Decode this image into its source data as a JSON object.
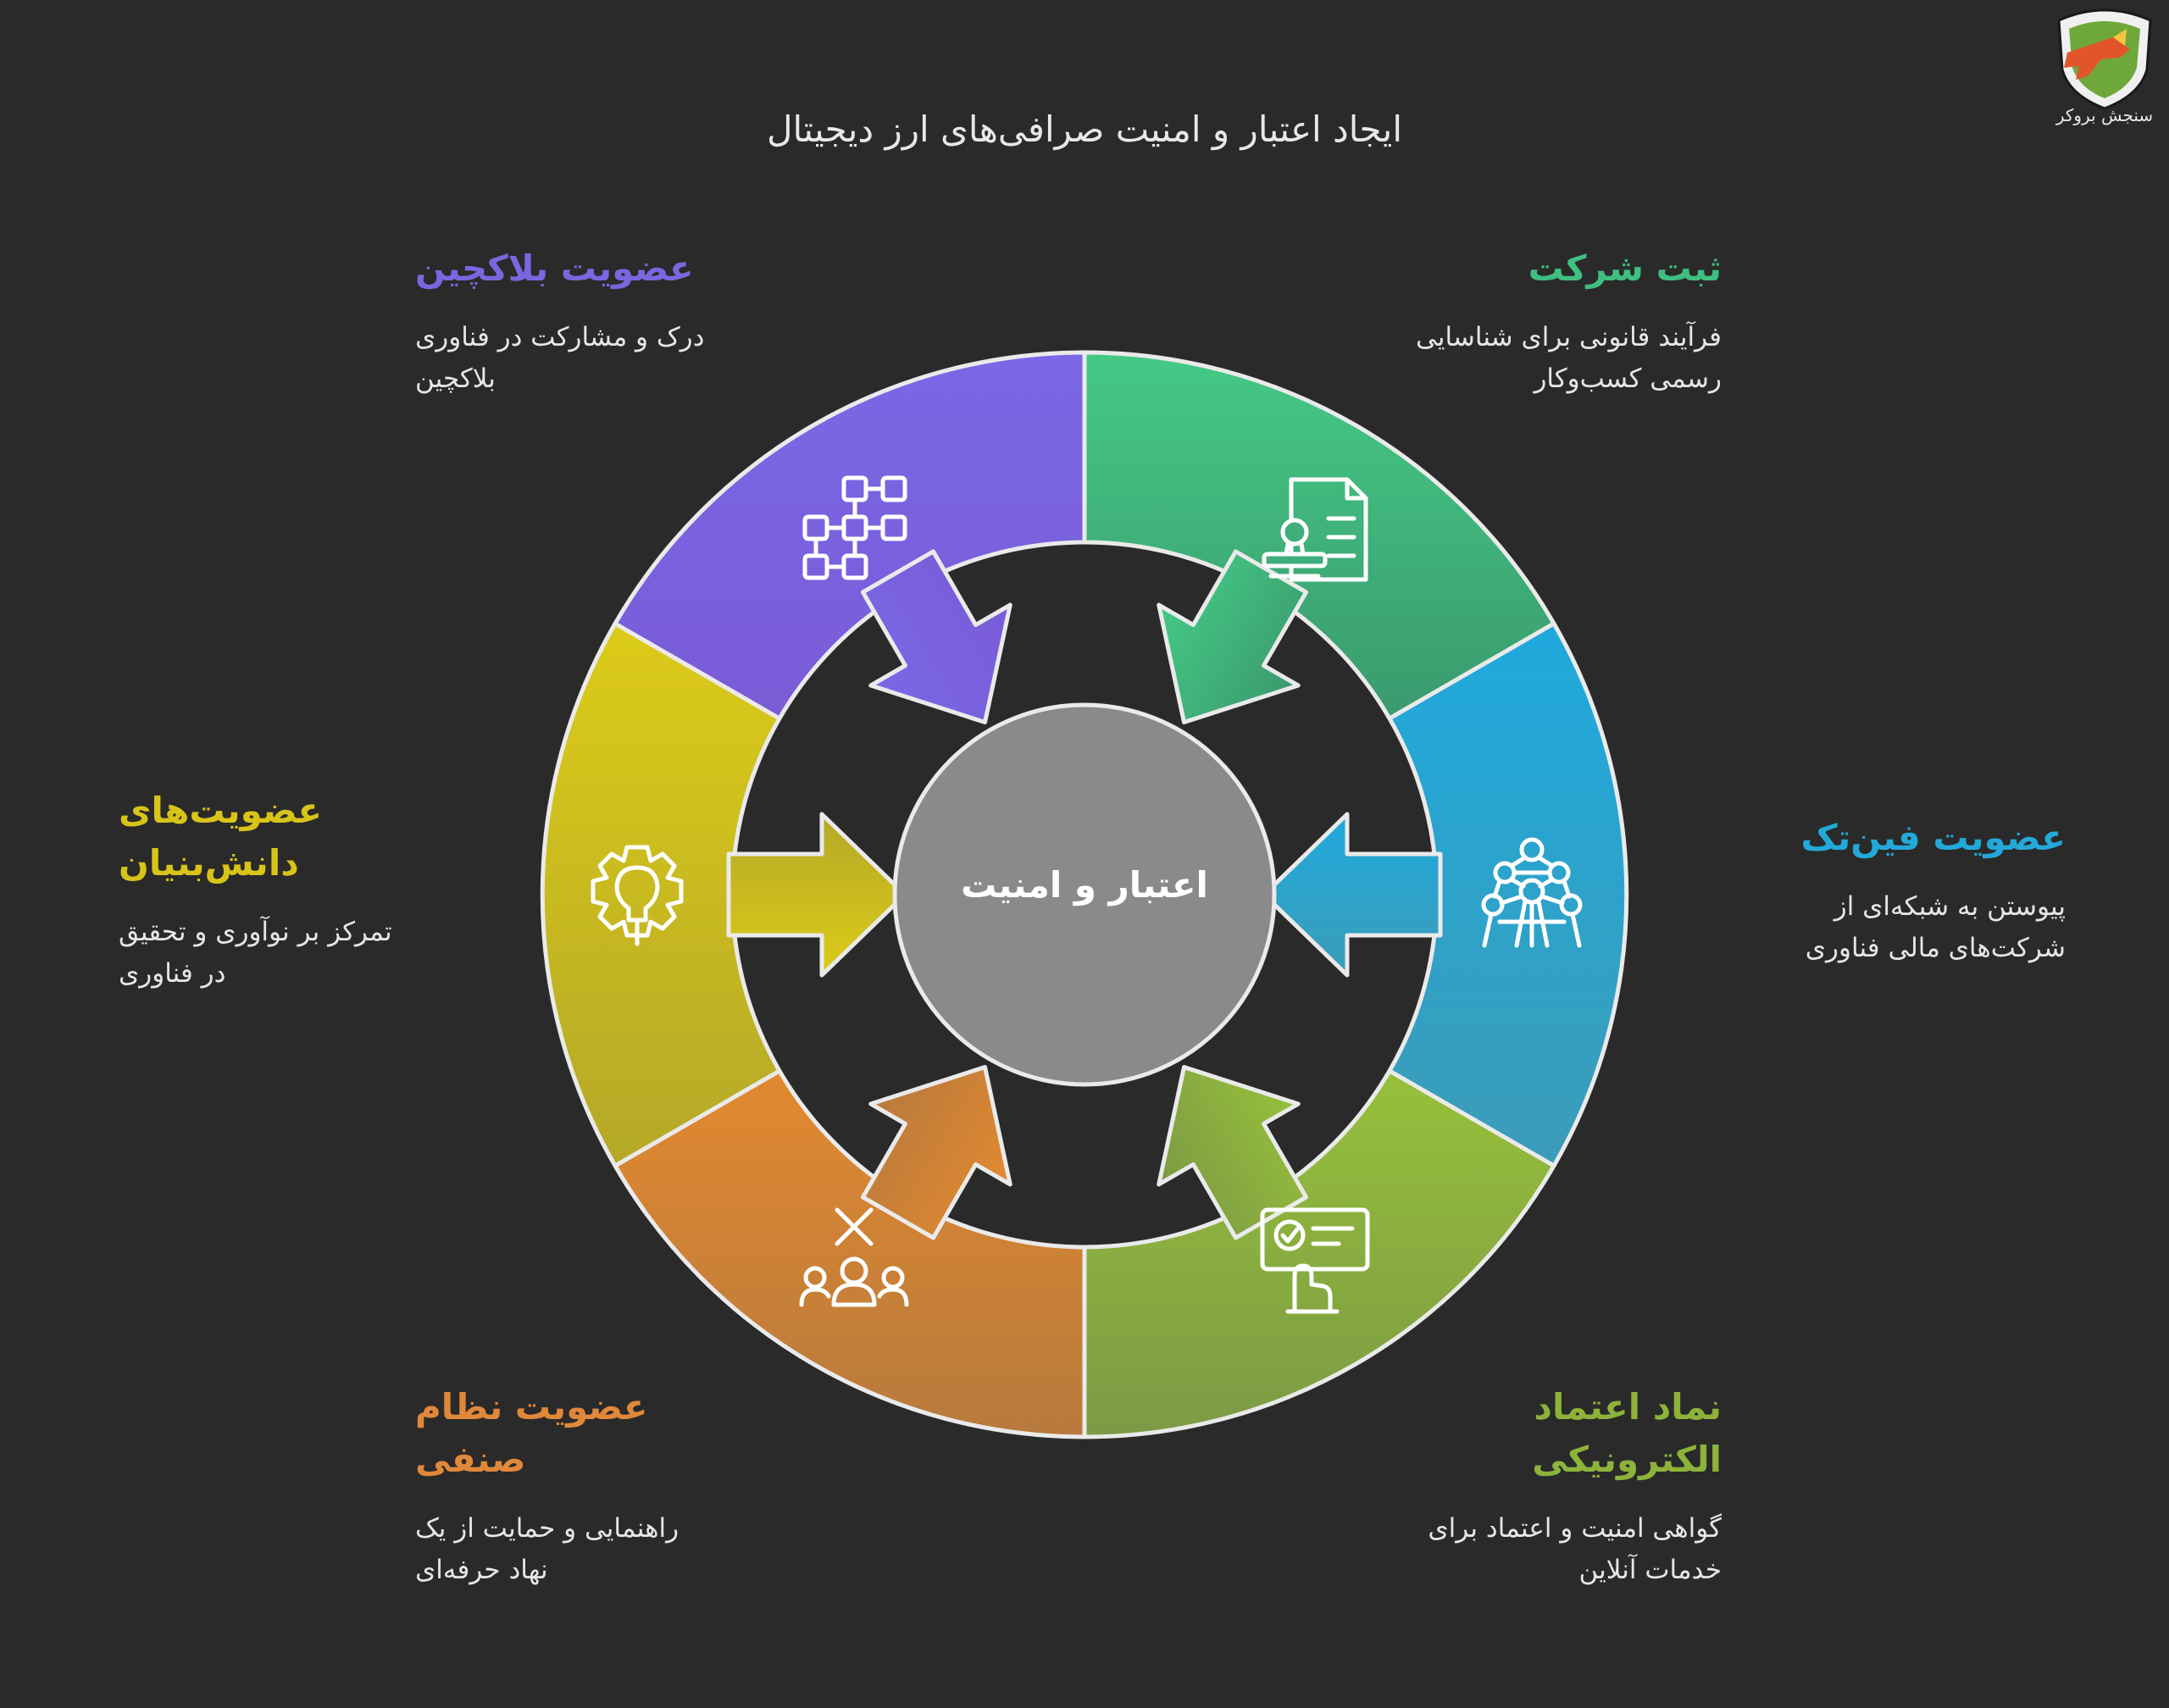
{
  "title": "ایجاد اعتبار و امنیت صرافی‌های ارز دیجیتال",
  "center": {
    "label": "اعتبار و امنیت",
    "color": "#8a8a8a"
  },
  "logo": {
    "text": "سنجش بروکر"
  },
  "segments": [
    {
      "id": "company-registration",
      "heading": "ثبت شرکت",
      "description_lines": [
        "فرآیند قانونی برای شناسایی",
        "رسمی کسب‌وکار"
      ],
      "color": "#3fbf80",
      "icon": "document-stamp-icon"
    },
    {
      "id": "fintech-membership",
      "heading": "عضویت فین‌تک",
      "description_lines": [
        "پیوستن به شبکه‌ای از",
        "شرکت‌های مالی فناوری"
      ],
      "color": "#22a9d8",
      "icon": "network-tower-icon"
    },
    {
      "id": "e-trust-seal",
      "heading_lines": [
        "نماد اعتماد",
        "الکترونیکی"
      ],
      "description_lines": [
        "گواهی امنیت و اعتماد برای",
        "خدمات آنلاین"
      ],
      "color": "#8db33a",
      "icon": "certificate-hand-icon"
    },
    {
      "id": "guild-membership",
      "heading": "عضویت نظام صنفی",
      "description_lines": [
        "راهنمایی و حمایت از یک",
        "نهاد حرفه‌ای"
      ],
      "color": "#d98834",
      "icon": "people-group-icon"
    },
    {
      "id": "knowledge-based-membership",
      "heading_lines": [
        "عضویت‌های",
        "دانش‌بنیان"
      ],
      "description_lines": [
        "تمرکز بر نوآوری و تحقیق",
        "در فناوری"
      ],
      "color": "#d4c219",
      "icon": "gear-bulb-icon"
    },
    {
      "id": "blockchain-membership",
      "heading": "عضویت بلاکچین",
      "description_lines": [
        "درک و مشارکت در فناوری",
        "بلاکچین"
      ],
      "color": "#7b66e0",
      "icon": "blockchain-blocks-icon"
    }
  ]
}
